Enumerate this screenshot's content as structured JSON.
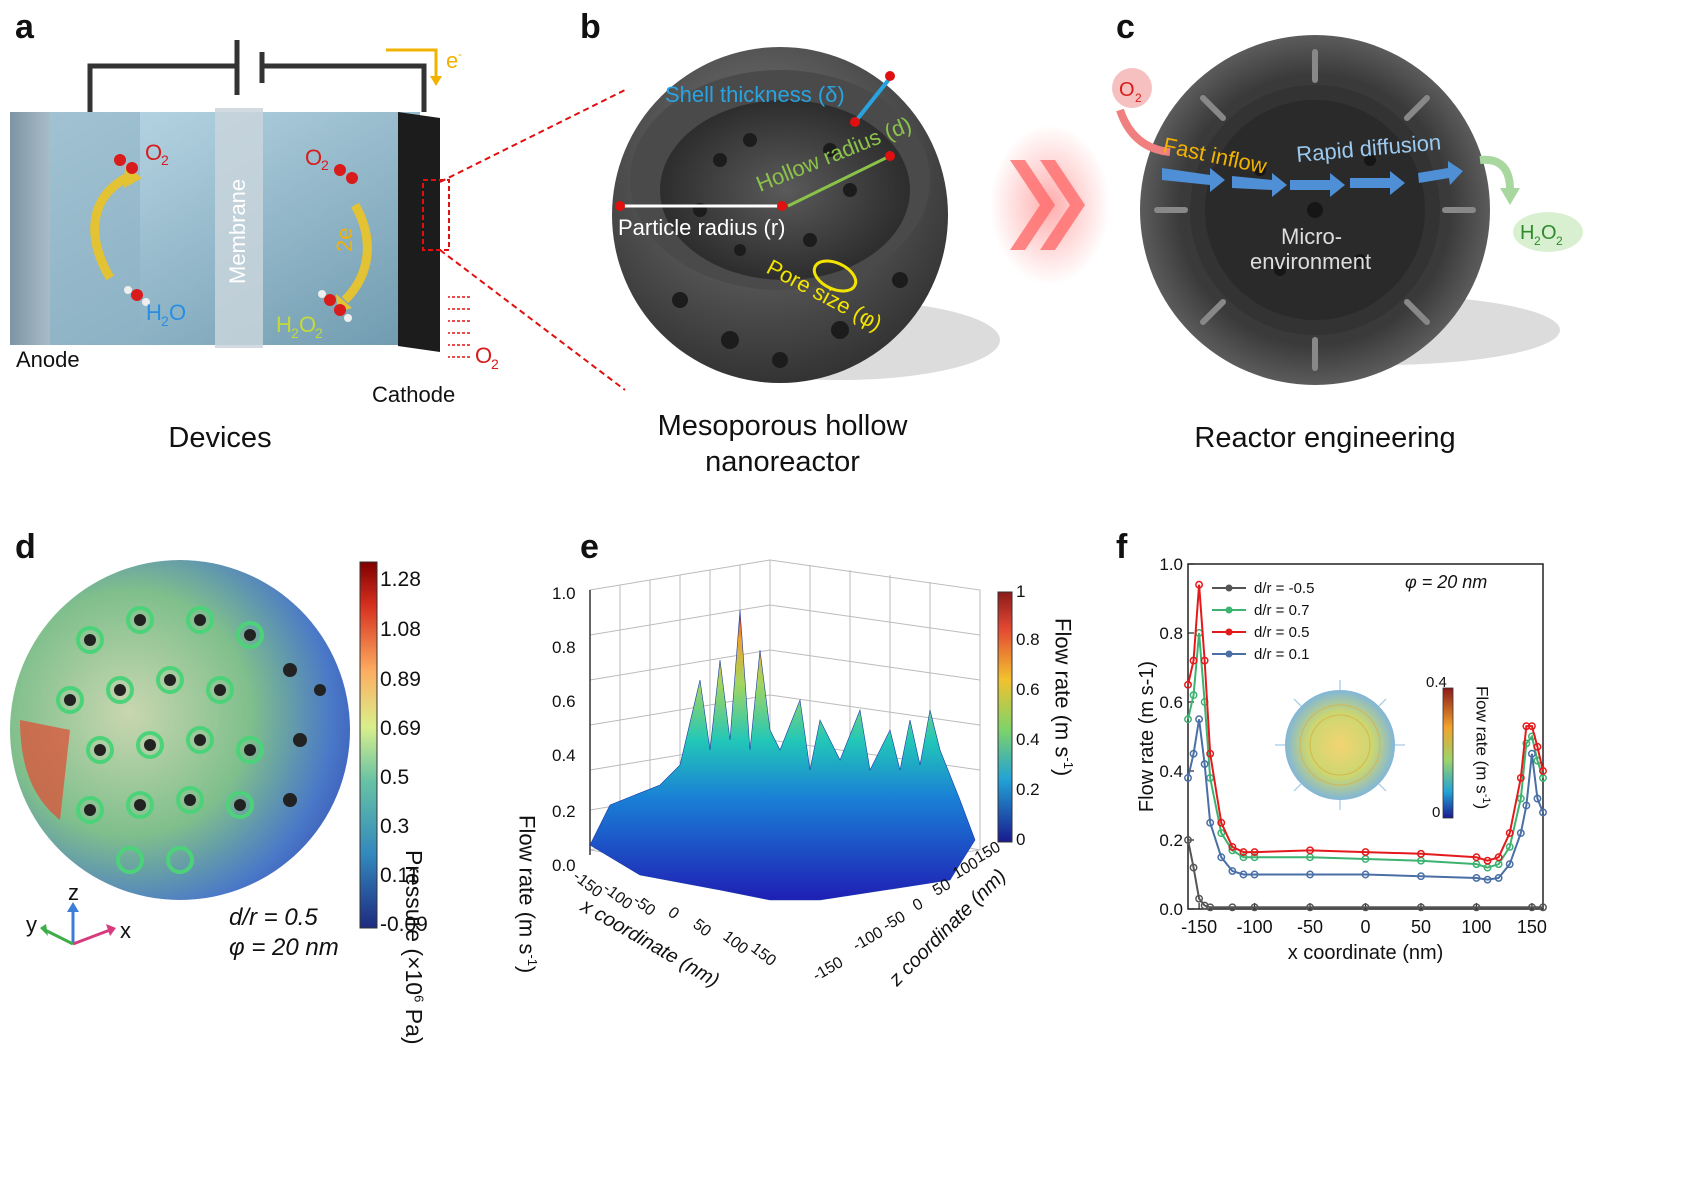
{
  "panels": {
    "a": {
      "letter": "a",
      "caption": "Devices",
      "labels": {
        "anode": "Anode",
        "cathode": "Cathode",
        "membrane": "Membrane",
        "o2_left": "O",
        "o2_mid": "O",
        "o2_right": "O",
        "h2o": "H",
        "h2o2": "H",
        "electron": "e",
        "two_e": "2e"
      }
    },
    "b": {
      "letter": "b",
      "caption_line1": "Mesoporous hollow",
      "caption_line2": "nanoreactor",
      "labels": {
        "shell": "Shell thickness (δ)",
        "hollow": "Hollow radius (d)",
        "particle": "Particle radius (r)",
        "pore": "Pore size (φ)"
      }
    },
    "c": {
      "letter": "c",
      "caption": "Reactor engineering",
      "labels": {
        "o2": "O",
        "fast": "Fast inflow",
        "rapid": "Rapid diffusion",
        "micro1": "Micro-",
        "micro2": "environment",
        "h2o2": "H"
      }
    },
    "d": {
      "letter": "d",
      "colorbar_title": "Pressure (×10",
      "colorbar_unit": " Pa)",
      "colorbar_exp": "6",
      "ticks": [
        "1.28",
        "1.08",
        "0.89",
        "0.69",
        "0.5",
        "0.3",
        "0.11",
        "-0.09"
      ],
      "param1": "d/r = 0.5",
      "param2": "φ = 20 nm",
      "axes": {
        "z": "z",
        "y": "y",
        "x": "x"
      }
    },
    "e": {
      "letter": "e",
      "zlabel": "Flow rate (m s",
      "xlabel": "x coordinate (nm)",
      "ylabel": "z coordinate (nm)",
      "zticks": [
        "0.0",
        "0.2",
        "0.4",
        "0.6",
        "0.8",
        "1.0"
      ],
      "xticks": [
        "-150",
        "-100",
        "-50",
        "0",
        "50",
        "100",
        "150"
      ],
      "yticks": [
        "-150",
        "-100",
        "-50",
        "0",
        "50",
        "100",
        "150"
      ],
      "colorbar_title": "Flow rate (m s",
      "colorbar_ticks": [
        "1",
        "0.8",
        "0.6",
        "0.4",
        "0.2",
        "0"
      ]
    },
    "f": {
      "letter": "f",
      "phi_label": "φ = 20 nm",
      "inset_colorbar_title": "Flow rate (m s",
      "inset_ticks": [
        "0.4",
        "0"
      ]
    }
  },
  "chart_data": {
    "type": "line",
    "xlabel": "x coordinate (nm)",
    "ylabel": "Flow rate (m s-1)",
    "xlim": [
      -160,
      160
    ],
    "ylim": [
      0,
      1.0
    ],
    "xticks": [
      -150,
      -100,
      -50,
      0,
      50,
      100,
      150
    ],
    "yticks": [
      0.0,
      0.2,
      0.4,
      0.6,
      0.8,
      1.0
    ],
    "legend_position": "top-left",
    "series": [
      {
        "name": "d/r = -0.5",
        "color": "#555555",
        "x": [
          -160,
          -155,
          -150,
          -145,
          -140,
          -120,
          -100,
          -50,
          0,
          50,
          100,
          150,
          160
        ],
        "y": [
          0.2,
          0.12,
          0.03,
          0.01,
          0.005,
          0.005,
          0.005,
          0.005,
          0.005,
          0.005,
          0.005,
          0.005,
          0.005
        ]
      },
      {
        "name": "d/r = 0.7",
        "color": "#3cb371",
        "x": [
          -160,
          -155,
          -150,
          -145,
          -140,
          -130,
          -120,
          -110,
          -100,
          -50,
          0,
          50,
          100,
          110,
          120,
          130,
          140,
          145,
          150,
          155,
          160
        ],
        "y": [
          0.55,
          0.62,
          0.8,
          0.6,
          0.38,
          0.22,
          0.17,
          0.15,
          0.15,
          0.15,
          0.145,
          0.14,
          0.13,
          0.12,
          0.13,
          0.18,
          0.32,
          0.48,
          0.5,
          0.43,
          0.38
        ]
      },
      {
        "name": "d/r = 0.5",
        "color": "#e31a1c",
        "x": [
          -160,
          -155,
          -150,
          -145,
          -140,
          -130,
          -120,
          -110,
          -100,
          -50,
          0,
          50,
          100,
          110,
          120,
          130,
          140,
          145,
          150,
          155,
          160
        ],
        "y": [
          0.65,
          0.72,
          0.94,
          0.72,
          0.45,
          0.25,
          0.18,
          0.165,
          0.165,
          0.17,
          0.165,
          0.16,
          0.15,
          0.14,
          0.15,
          0.22,
          0.38,
          0.53,
          0.53,
          0.47,
          0.4
        ]
      },
      {
        "name": "d/r = 0.1",
        "color": "#4a6fa5",
        "x": [
          -160,
          -155,
          -150,
          -145,
          -140,
          -130,
          -120,
          -110,
          -100,
          -50,
          0,
          50,
          100,
          110,
          120,
          130,
          140,
          145,
          150,
          155,
          160
        ],
        "y": [
          0.38,
          0.45,
          0.55,
          0.42,
          0.25,
          0.15,
          0.11,
          0.1,
          0.1,
          0.1,
          0.1,
          0.095,
          0.09,
          0.085,
          0.09,
          0.13,
          0.22,
          0.3,
          0.45,
          0.32,
          0.28
        ]
      }
    ]
  }
}
